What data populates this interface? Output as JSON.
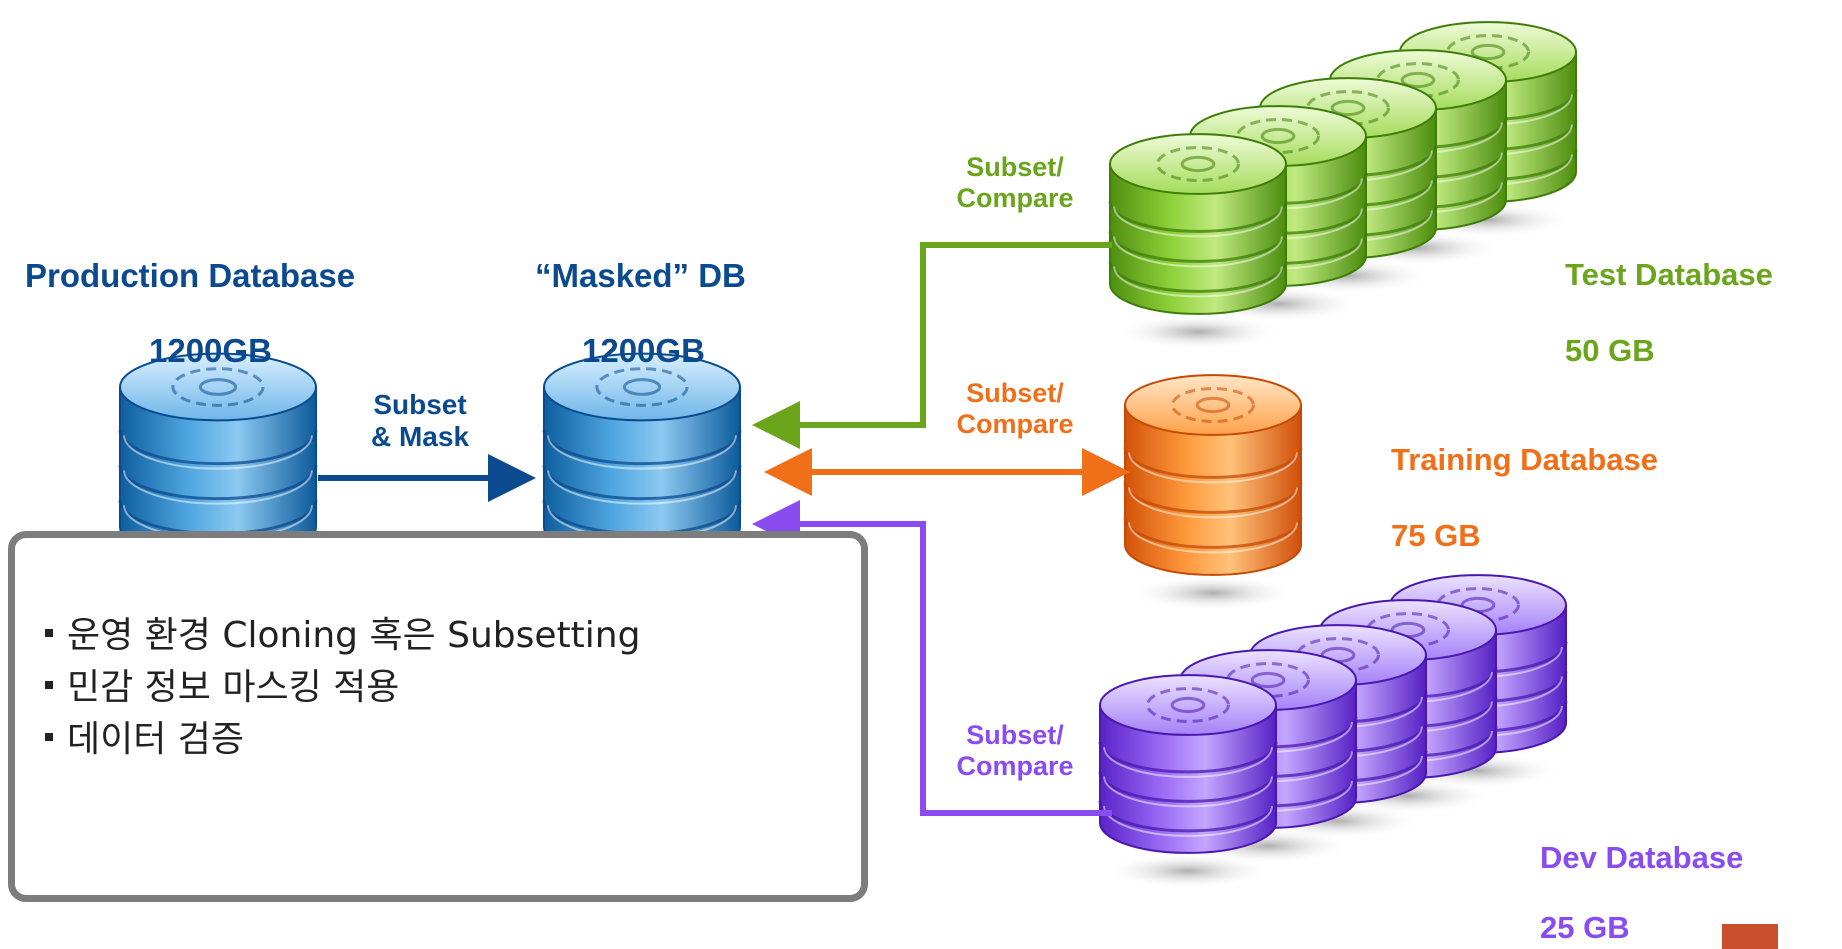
{
  "production": {
    "title": "Production Database",
    "size": "1200GB"
  },
  "masked": {
    "title": "“Masked” DB",
    "size": "1200GB"
  },
  "subset_mask": {
    "line1": "Subset",
    "line2": "& Mask"
  },
  "test": {
    "title": "Test Database",
    "size": "50 GB",
    "link_line1": "Subset/",
    "link_line2": "Compare"
  },
  "training": {
    "title": "Training Database",
    "size": "75 GB",
    "link_line1": "Subset/",
    "link_line2": "Compare"
  },
  "dev": {
    "title": "Dev Database",
    "size": "25 GB",
    "link_line1": "Subset/",
    "link_line2": "Compare"
  },
  "notes": [
    "운영 환경 Cloning 혹은 Subsetting",
    "민감 정보 마스킹 적용",
    "데이터 검증"
  ],
  "colors": {
    "blue": "#0b4a8e",
    "green": "#6aa51c",
    "orange": "#f07019",
    "purple": "#8a4cf0"
  },
  "icons": [
    "database-icon",
    "gear-icon",
    "arrow-icon"
  ]
}
